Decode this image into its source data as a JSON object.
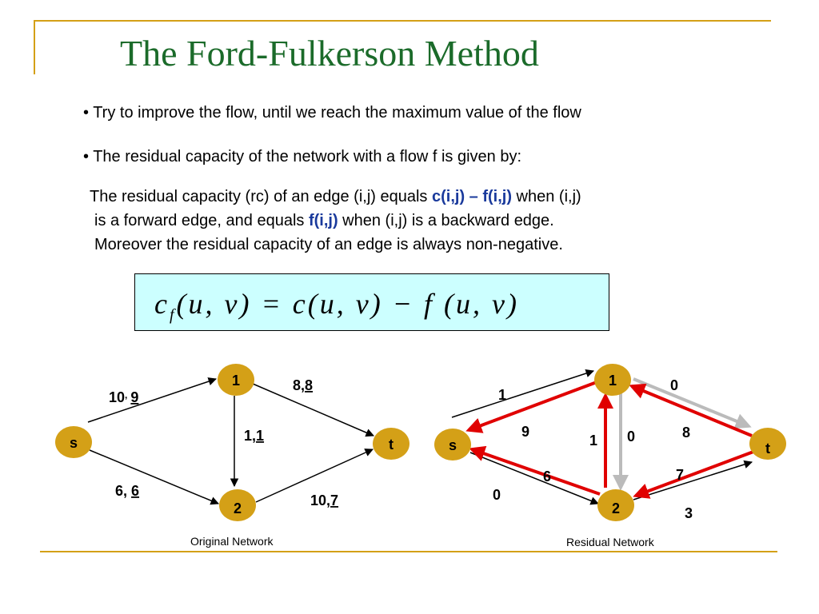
{
  "title": "The Ford-Fulkerson Method",
  "bullets": [
    "• Try to improve the flow, until we reach the maximum value of the flow",
    "• The residual capacity of the network with a flow f is given by:"
  ],
  "paragraph": {
    "l1_a": "The residual capacity (rc) of an edge (i,j) equals ",
    "l1_hl": "c(i,j) – f(i,j)",
    "l1_b": " when (i,j)",
    "l2_a": "is a forward edge, and equals ",
    "l2_hl": "f(i,j)",
    "l2_b": " when (i,j) is a backward edge.",
    "l3": "Moreover the residual capacity of an edge is always non-negative."
  },
  "formula": {
    "c": "c",
    "sub": "f",
    "rest": "(u, v) = c(u, v) − f (u, v)"
  },
  "colors": {
    "title": "#1b6b2a",
    "node_fill": "#d4a017",
    "highlight": "#1a3a9c",
    "red_edge": "#e00000",
    "grey_edge": "#bbbbbb",
    "formula_bg": "#ccffff"
  },
  "original": {
    "caption": "Original Network",
    "nodes": {
      "s": "s",
      "n1": "1",
      "n2": "2",
      "t": "t"
    },
    "labels": {
      "s1": {
        "cap": "10",
        "sep": ",",
        "flow": "9"
      },
      "1t": {
        "cap": "8",
        "sep": ",",
        "flow": "8"
      },
      "12": {
        "cap": "1",
        "sep": ",",
        "flow": "1"
      },
      "s2": {
        "cap": "6",
        "sep": ", ",
        "flow": "6"
      },
      "2t": {
        "cap": "10",
        "sep": ",",
        "flow": "7"
      }
    }
  },
  "residual": {
    "caption": "Residual Network",
    "nodes": {
      "s": "s",
      "n1": "1",
      "n2": "2",
      "t": "t"
    },
    "labels": {
      "s1_fwd": "1",
      "s1_back": "9",
      "1t_fwd": "0",
      "1t_back": "8",
      "12_back": "1",
      "12_fwd": "0",
      "s2_back": "6",
      "s2_fwd": "0",
      "2t_back": "7",
      "2t_fwd": "3"
    }
  }
}
